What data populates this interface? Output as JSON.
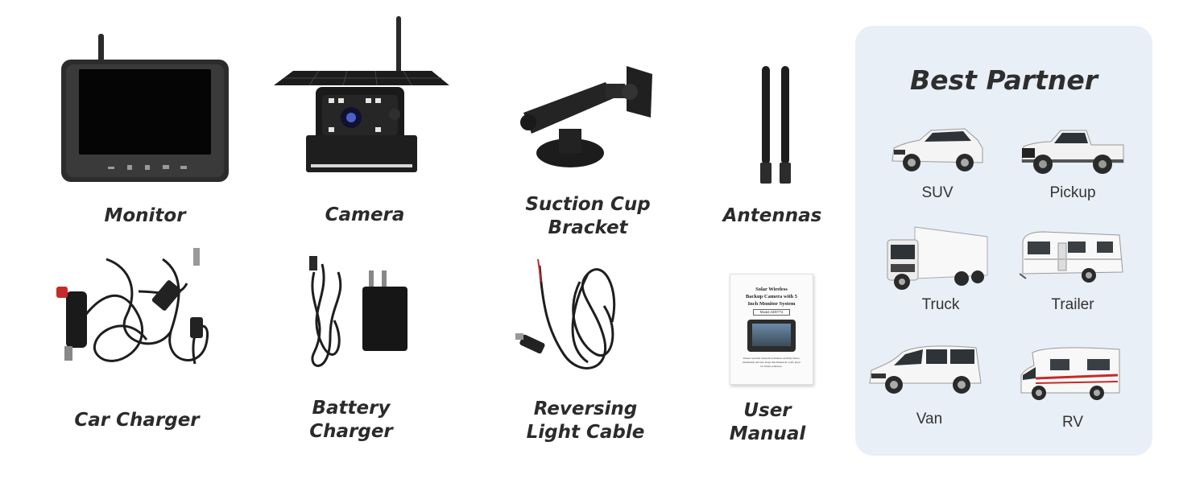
{
  "products": [
    {
      "lines": [
        "Monitor"
      ]
    },
    {
      "lines": [
        "Camera"
      ]
    },
    {
      "lines": [
        "Suction Cup",
        "Bracket"
      ]
    },
    {
      "lines": [
        "Antennas"
      ]
    },
    {
      "lines": [
        "Car Charger"
      ]
    },
    {
      "lines": [
        "Battery",
        "Charger"
      ]
    },
    {
      "lines": [
        "Reversing",
        "Light Cable"
      ]
    },
    {
      "lines": [
        "User",
        "Manual"
      ]
    }
  ],
  "manual": {
    "title_lines": [
      "Solar Wireless",
      "Backup Camera with 5",
      "Inch Monitor System"
    ],
    "model": "Model:AD0774",
    "note_lines": [
      "Please read this instruction manual carefully before",
      "installation and use. Keep this manual in a safe place",
      "for future reference."
    ]
  },
  "partner": {
    "title": "Best Partner",
    "vehicles": [
      {
        "label": "SUV"
      },
      {
        "label": "Pickup"
      },
      {
        "label": "Truck"
      },
      {
        "label": "Trailer"
      },
      {
        "label": "Van"
      },
      {
        "label": "RV"
      }
    ]
  },
  "colors": {
    "panel_bg": "#e8eff7",
    "text": "#2b2b2b",
    "accent_red": "#c62a2a"
  }
}
